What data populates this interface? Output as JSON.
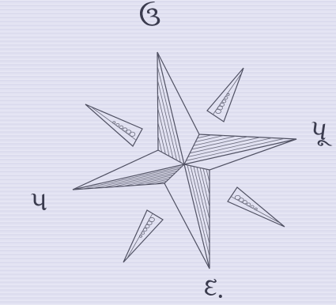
{
  "compass": {
    "north_label": "ઉ",
    "east_label": "પૂ",
    "south_label": "દ.",
    "west_label": "પ"
  },
  "colors": {
    "paper": "#e2e2f2",
    "ink": "#505163",
    "label_ink": "#3a3b4e"
  }
}
